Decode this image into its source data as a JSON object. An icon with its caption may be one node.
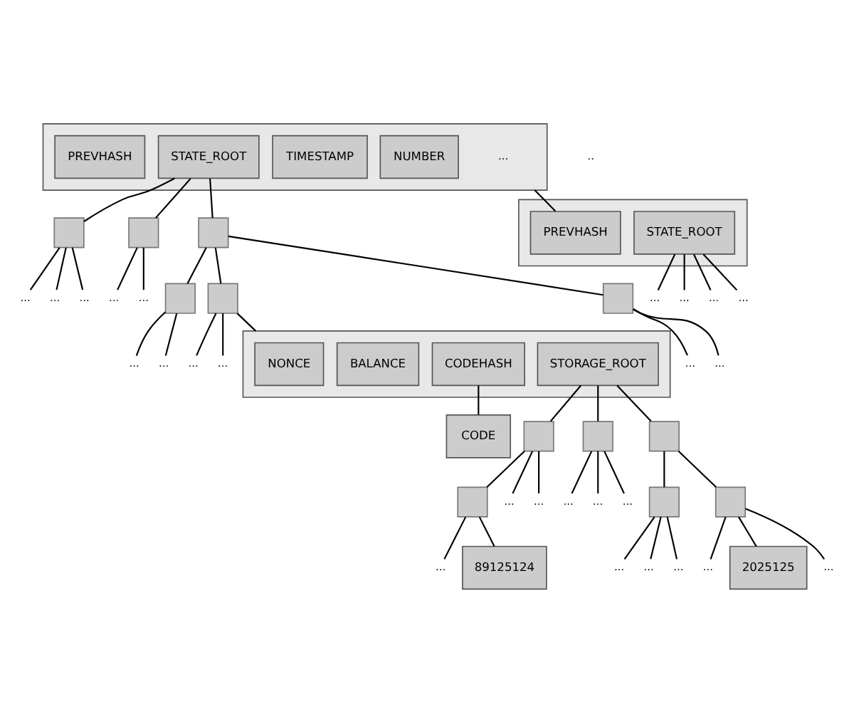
{
  "diagram": {
    "nodes": [
      {
        "text": [],
        "shape": "box"
      },
      {
        "text": [
          "PREVHASH"
        ],
        "in": 0
      },
      {
        "text": [
          "STATE_ROOT"
        ],
        "in": 0
      },
      {
        "text": [
          "TIMESTAMP"
        ],
        "in": 0
      },
      {
        "text": [
          "NUMBER"
        ],
        "in": 0
      },
      {
        "text": [],
        "shape": "box"
      },
      {
        "text": [
          "PREVHASH"
        ],
        "in": 5
      },
      {
        "text": [
          "STATE_ROOT"
        ],
        "in": 5
      },
      {
        "text": [
          "..."
        ]
      },
      {
        "text": [
          "..."
        ]
      },
      {
        "text": [
          "..."
        ]
      },
      {
        "text": [
          "..."
        ]
      },
      {
        "text": [],
        "shape": "box"
      },
      {
        "text": [],
        "shape": "box"
      },
      {
        "text": [],
        "shape": "box"
      },
      {
        "text": [
          "..."
        ]
      },
      {
        "text": [
          "..."
        ]
      },
      {
        "text": [
          "..."
        ]
      },
      {
        "text": [
          "..."
        ]
      },
      {
        "text": [
          "..."
        ]
      },
      {
        "text": [],
        "shape": "box"
      },
      {
        "text": [],
        "shape": "box"
      },
      {
        "text": [],
        "shape": "box"
      },
      {
        "text": [
          "..."
        ]
      },
      {
        "text": [
          "..."
        ]
      },
      {
        "text": [
          "..."
        ]
      },
      {
        "text": [
          "..."
        ]
      },
      {
        "text": [
          "..."
        ]
      },
      {
        "text": [
          "..."
        ]
      },
      {
        "text": [],
        "shape": "box"
      },
      {
        "text": [
          "NONCE"
        ],
        "in": 29
      },
      {
        "text": [
          "BALANCE"
        ],
        "in": 29
      },
      {
        "text": [
          "CODEHASH"
        ],
        "in": 29
      },
      {
        "text": [
          "STORAGE_ROOT"
        ],
        "in": 29
      },
      {
        "text": [
          "CODE"
        ]
      },
      {
        "text": [],
        "shape": "box"
      },
      {
        "text": [],
        "shape": "box"
      },
      {
        "text": [],
        "shape": "box"
      },
      {
        "text": [
          "..."
        ]
      },
      {
        "text": [
          "..."
        ]
      },
      {
        "text": [
          "..."
        ]
      },
      {
        "text": [
          "..."
        ]
      },
      {
        "text": [
          "..."
        ]
      },
      {
        "text": [],
        "shape": "box"
      },
      {
        "text": [],
        "shape": "box"
      },
      {
        "text": [],
        "shape": "box"
      },
      {
        "text": [
          "..."
        ]
      },
      {
        "text": [
          "89125124"
        ]
      },
      {
        "text": [
          "..."
        ]
      },
      {
        "text": [
          "..."
        ]
      },
      {
        "text": [
          "..."
        ]
      },
      {
        "text": [
          "..."
        ]
      },
      {
        "text": [
          "2025125"
        ]
      },
      {
        "text": [
          "..."
        ]
      }
    ],
    "edges": [
      {
        "from": 0,
        "to": 6,
        "arrow": "none"
      },
      {
        "from": 7,
        "to": 8,
        "arrow": "none"
      },
      {
        "from": 7,
        "to": 9,
        "arrow": "none"
      },
      {
        "from": 7,
        "to": 10,
        "arrow": "none"
      },
      {
        "from": 7,
        "to": 11,
        "arrow": "none"
      },
      {
        "from": 2,
        "to": 12,
        "arrow": "none"
      },
      {
        "from": 2,
        "to": 13,
        "arrow": "none"
      },
      {
        "from": 2,
        "to": 14,
        "arrow": "none"
      },
      {
        "from": 12,
        "to": 15,
        "arrow": "none"
      },
      {
        "from": 12,
        "to": 16,
        "arrow": "none"
      },
      {
        "from": 12,
        "to": 17,
        "arrow": "none"
      },
      {
        "from": 13,
        "to": 18,
        "arrow": "none"
      },
      {
        "from": 13,
        "to": 19,
        "arrow": "none"
      },
      {
        "from": 14,
        "to": 20,
        "arrow": "none"
      },
      {
        "from": 14,
        "to": 21,
        "arrow": "none"
      },
      {
        "from": 14,
        "to": 22,
        "arrow": "none"
      },
      {
        "from": 20,
        "to": 23,
        "arrow": "none"
      },
      {
        "from": 20,
        "to": 24,
        "arrow": "none"
      },
      {
        "from": 21,
        "to": 25,
        "arrow": "none"
      },
      {
        "from": 21,
        "to": 26,
        "arrow": "none"
      },
      {
        "from": 21,
        "to": 29,
        "arrow": "none"
      },
      {
        "from": 22,
        "to": 27,
        "arrow": "none"
      },
      {
        "from": 22,
        "to": 28,
        "arrow": "none"
      },
      {
        "from": 32,
        "to": 34,
        "arrow": "none"
      },
      {
        "from": 33,
        "to": 35,
        "arrow": "none"
      },
      {
        "from": 33,
        "to": 36,
        "arrow": "none"
      },
      {
        "from": 33,
        "to": 37,
        "arrow": "none"
      },
      {
        "from": 35,
        "to": 43,
        "arrow": "none"
      },
      {
        "from": 35,
        "to": 38,
        "arrow": "none"
      },
      {
        "from": 35,
        "to": 39,
        "arrow": "none"
      },
      {
        "from": 36,
        "to": 40,
        "arrow": "none"
      },
      {
        "from": 36,
        "to": 41,
        "arrow": "none"
      },
      {
        "from": 36,
        "to": 42,
        "arrow": "none"
      },
      {
        "from": 37,
        "to": 44,
        "arrow": "none"
      },
      {
        "from": 37,
        "to": 45,
        "arrow": "none"
      },
      {
        "from": 43,
        "to": 46,
        "arrow": "none"
      },
      {
        "from": 43,
        "to": 47,
        "arrow": "none"
      },
      {
        "from": 44,
        "to": 48,
        "arrow": "none"
      },
      {
        "from": 44,
        "to": 49,
        "arrow": "none"
      },
      {
        "from": 44,
        "to": 50,
        "arrow": "none"
      },
      {
        "from": 45,
        "to": 51,
        "arrow": "none"
      },
      {
        "from": 45,
        "to": 52,
        "arrow": "none"
      },
      {
        "from": 45,
        "to": 53,
        "arrow": "none"
      }
    ],
    "labels": [
      "...",
      ".."
    ]
  }
}
